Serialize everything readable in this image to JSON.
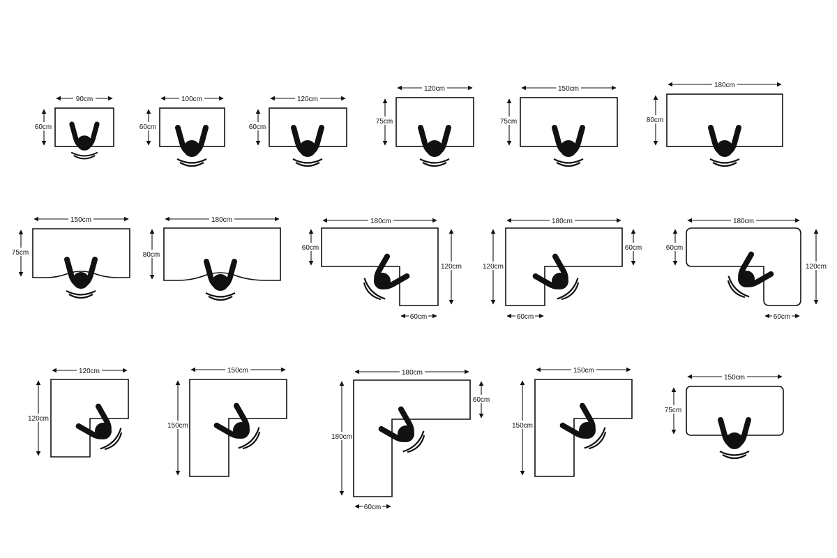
{
  "diagrams": [
    {
      "id": "d01",
      "w": "90cm",
      "h": "60cm"
    },
    {
      "id": "d02",
      "w": "100cm",
      "h": "60cm"
    },
    {
      "id": "d03",
      "w": "120cm",
      "h": "60cm"
    },
    {
      "id": "d04",
      "w": "120cm",
      "h": "75cm"
    },
    {
      "id": "d05",
      "w": "150cm",
      "h": "75cm"
    },
    {
      "id": "d06",
      "w": "180cm",
      "h": "80cm"
    },
    {
      "id": "d07",
      "w": "150cm",
      "h": "75cm"
    },
    {
      "id": "d08",
      "w": "180cm",
      "h": "80cm"
    },
    {
      "id": "d09",
      "w": "180cm",
      "h1": "60cm",
      "h2": "120cm",
      "b": "60cm"
    },
    {
      "id": "d10",
      "w": "180cm",
      "h1": "120cm",
      "h2": "60cm",
      "b": "60cm"
    },
    {
      "id": "d11",
      "w": "180cm",
      "h1": "60cm",
      "h2": "120cm",
      "b": "60cm"
    },
    {
      "id": "d12",
      "w": "120cm",
      "h": "120cm"
    },
    {
      "id": "d13",
      "w": "150cm",
      "h": "150cm"
    },
    {
      "id": "d14",
      "w": "180cm",
      "h": "180cm",
      "h2": "60cm",
      "b": "60cm"
    },
    {
      "id": "d15",
      "w": "150cm",
      "h": "150cm"
    },
    {
      "id": "d16",
      "w": "150cm",
      "h": "75cm"
    }
  ]
}
